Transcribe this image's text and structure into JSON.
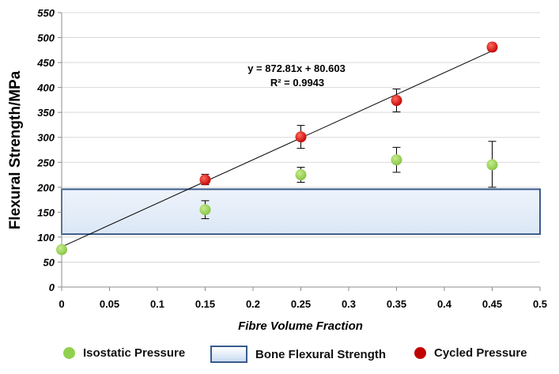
{
  "chart_data": {
    "type": "scatter",
    "xlabel": "Fibre Volume Fraction",
    "ylabel": "Flexural Strength/MPa",
    "xlim": [
      0,
      0.5
    ],
    "ylim": [
      0,
      550
    ],
    "x_ticks": [
      "0",
      "0.05",
      "0.1",
      "0.15",
      "0.2",
      "0.25",
      "0.3",
      "0.35",
      "0.4",
      "0.45",
      "0.5"
    ],
    "y_ticks": [
      "0",
      "50",
      "100",
      "150",
      "200",
      "250",
      "300",
      "350",
      "400",
      "450",
      "500",
      "550"
    ],
    "grid": true,
    "series": [
      {
        "name": "Isostatic Pressure",
        "color": "#92d050",
        "points": [
          {
            "x": 0,
            "y": 75
          },
          {
            "x": 0.15,
            "y": 155,
            "err_low": 137,
            "err_high": 173
          },
          {
            "x": 0.25,
            "y": 225,
            "err_low": 210,
            "err_high": 240
          },
          {
            "x": 0.35,
            "y": 255,
            "err_low": 230,
            "err_high": 280
          },
          {
            "x": 0.45,
            "y": 245,
            "err_low": 200,
            "err_high": 292
          }
        ]
      },
      {
        "name": "Cycled Pressure",
        "color": "#e31a1c",
        "points": [
          {
            "x": 0.15,
            "y": 215,
            "err_low": 205,
            "err_high": 226
          },
          {
            "x": 0.25,
            "y": 301,
            "err_low": 278,
            "err_high": 324
          },
          {
            "x": 0.35,
            "y": 374,
            "err_low": 351,
            "err_high": 397
          },
          {
            "x": 0.45,
            "y": 481,
            "err_low": 473,
            "err_high": 489
          }
        ]
      }
    ],
    "band": {
      "name": "Bone Flexural Strength",
      "x_from": 0,
      "x_to": 0.5,
      "y_from": 106,
      "y_to": 196
    },
    "trendline": {
      "slope": 872.81,
      "intercept": 80.603,
      "x_from": 0,
      "x_to": 0.45,
      "equation": "y = 872.81x + 80.603",
      "r2_label": "R² = 0.9943"
    },
    "legend_position": "bottom"
  },
  "legend": {
    "isostatic_label": "Isostatic Pressure",
    "band_label": "Bone Flexural Strength",
    "cycled_label": "Cycled Pressure"
  }
}
